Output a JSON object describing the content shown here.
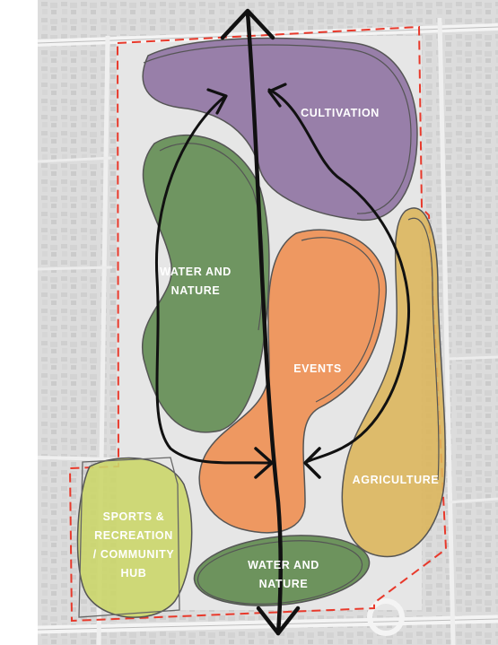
{
  "zones": [
    {
      "id": "cultivation",
      "label_lines": [
        "CULTIVATION"
      ],
      "color": "#8a6c9e"
    },
    {
      "id": "water-nature-west",
      "label_lines": [
        "WATER AND",
        "NATURE"
      ],
      "color": "#5f8a4e"
    },
    {
      "id": "events",
      "label_lines": [
        "EVENTS"
      ],
      "color": "#ee8f52"
    },
    {
      "id": "agriculture",
      "label_lines": [
        "AGRICULTURE"
      ],
      "color": "#dcb55a"
    },
    {
      "id": "sports-hub",
      "label_lines": [
        "SPORTS &",
        "RECREATION",
        "/ COMMUNITY",
        "HUB"
      ],
      "color": "#cbd66a"
    },
    {
      "id": "water-nature-south",
      "label_lines": [
        "WATER AND",
        "NATURE"
      ],
      "color": "#5f8a4e"
    }
  ],
  "boundary_color": "#e8392b",
  "arrow_color": "#111111"
}
